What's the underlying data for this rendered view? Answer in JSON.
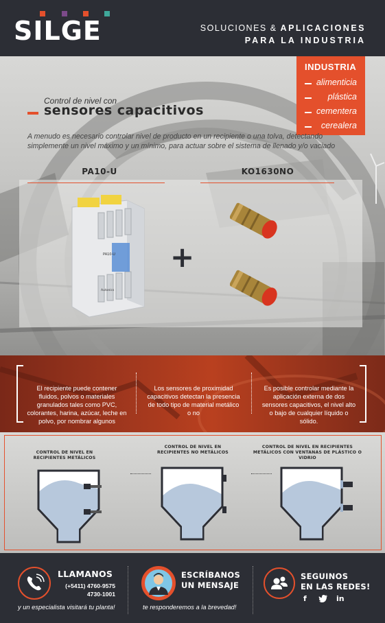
{
  "brand": {
    "logo": "SILGE",
    "dot_colors": [
      "#e4502c",
      "#7c4a8a",
      "#e4502c",
      "#3fa89a"
    ],
    "accent": "#e4502c",
    "tagline_line1_regular": "SOLUCIONES & ",
    "tagline_line1_bold": "APLICACIONES",
    "tagline_line2": "PARA LA INDUSTRIA"
  },
  "industria": {
    "title": "INDUSTRIA",
    "items": [
      "alimenticia",
      "plástica",
      "cementera",
      "cerealera"
    ]
  },
  "hero": {
    "subtitle": "Control de nivel con",
    "title": "sensores capacitivos",
    "intro": "A menudo es necesario controlar nivel de producto en un recipiente o una tolva, detectando simplemente un nivel máximo y un mínimo, para actuar sobre el sistema de llenado y/o vaciado"
  },
  "products": {
    "left_label": "PA10-U",
    "right_label": "KO1630NO",
    "plus": "+",
    "device_module_text": "PA10-U",
    "device_brand": "Autonics"
  },
  "band": {
    "col1": "El recipiente puede contener fluidos, polvos o materiales granulados tales como PVC, colorantes, harina, azúcar, leche en polvo, por nombrar algunos",
    "col2": "Los sensores de proximidad capacitivos detectan la presencia de todo tipo de material metálico o no",
    "col3": "Es posible controlar mediante la aplicación externa de dos sensores capacitivos, el nivel alto o bajo de cualquier líquido o sólido."
  },
  "diagrams": [
    {
      "title": "CONTROL DE NIVEL EN RECIPIENTES METÁLICOS"
    },
    {
      "title": "CONTROL DE NIVEL EN RECIPIENTES NO METÁLICOS"
    },
    {
      "title": "CONTROL DE NIVEL EN RECIPIENTES METÁLICOS CON VENTANAS DE PLÁSTICO O VIDRIO"
    }
  ],
  "footer": {
    "call": {
      "title": "LLAMANOS",
      "phone1": "(+5411) 4760-9575",
      "phone2": "4730-1001",
      "note": "y un especialista visitará tu planta!"
    },
    "message": {
      "title_line1": "ESCRÍBANOS",
      "title_line2": "UN MENSAJE",
      "note": "te responderemos a la brevedad!"
    },
    "social": {
      "title_line1": "SEGUINOS",
      "title_line2": "EN LAS REDES!",
      "facebook": "f",
      "linkedin": "in"
    }
  }
}
